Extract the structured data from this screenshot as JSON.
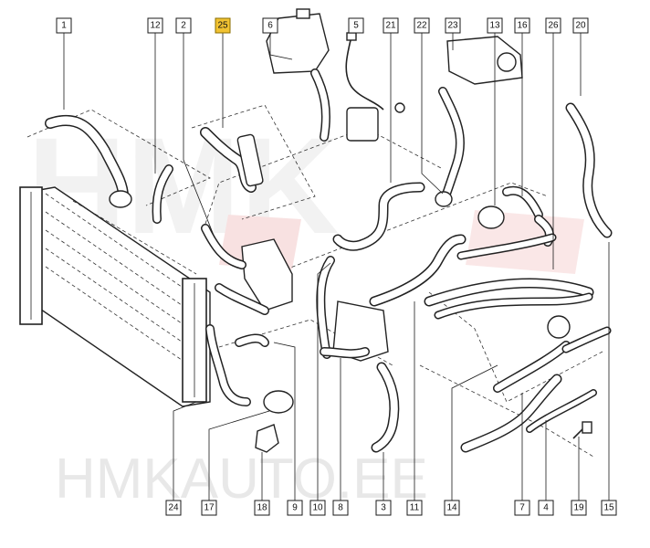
{
  "watermark": {
    "logo_text": "HMK",
    "site_text": "HMKAUTO.EE",
    "accent_color": "#e23b3b",
    "light_color": "#e6e6e6"
  },
  "highlight_color": "#f1c232",
  "callouts": [
    {
      "id": "1",
      "label": "1"
    },
    {
      "id": "12",
      "label": "12"
    },
    {
      "id": "2",
      "label": "2"
    },
    {
      "id": "25",
      "label": "25",
      "highlighted": true
    },
    {
      "id": "6",
      "label": "6"
    },
    {
      "id": "5",
      "label": "5"
    },
    {
      "id": "21",
      "label": "21"
    },
    {
      "id": "22",
      "label": "22"
    },
    {
      "id": "23",
      "label": "23"
    },
    {
      "id": "13",
      "label": "13"
    },
    {
      "id": "16",
      "label": "16"
    },
    {
      "id": "26",
      "label": "26"
    },
    {
      "id": "20",
      "label": "20"
    },
    {
      "id": "24",
      "label": "24"
    },
    {
      "id": "17",
      "label": "17"
    },
    {
      "id": "18",
      "label": "18"
    },
    {
      "id": "9",
      "label": "9"
    },
    {
      "id": "10",
      "label": "10"
    },
    {
      "id": "8",
      "label": "8"
    },
    {
      "id": "3",
      "label": "3"
    },
    {
      "id": "11",
      "label": "11"
    },
    {
      "id": "14",
      "label": "14"
    },
    {
      "id": "7",
      "label": "7"
    },
    {
      "id": "4",
      "label": "4"
    },
    {
      "id": "19",
      "label": "19"
    },
    {
      "id": "15",
      "label": "15"
    }
  ]
}
